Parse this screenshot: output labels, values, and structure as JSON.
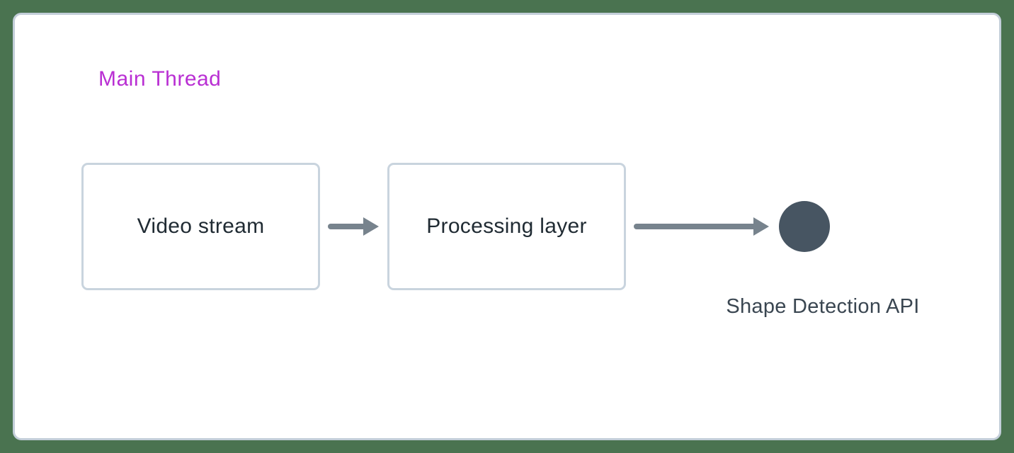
{
  "diagram": {
    "container_label": "Main Thread",
    "nodes": [
      {
        "id": "video-stream",
        "type": "box",
        "label": "Video stream"
      },
      {
        "id": "processing-layer",
        "type": "box",
        "label": "Processing layer"
      },
      {
        "id": "shape-detection-api",
        "type": "circle",
        "label": "Shape Detection API"
      }
    ],
    "edges": [
      {
        "from": "video-stream",
        "to": "processing-layer"
      },
      {
        "from": "processing-layer",
        "to": "shape-detection-api"
      }
    ]
  },
  "colors": {
    "background_green": "#4a7350",
    "panel_bg": "#ffffff",
    "panel_border": "#c3ced9",
    "box_border": "#c9d4de",
    "box_text": "#202b33",
    "arrow": "#77838d",
    "circle_fill": "#475562",
    "circle_label_text": "#3a4651",
    "main_thread_text": "#b92fd3"
  }
}
